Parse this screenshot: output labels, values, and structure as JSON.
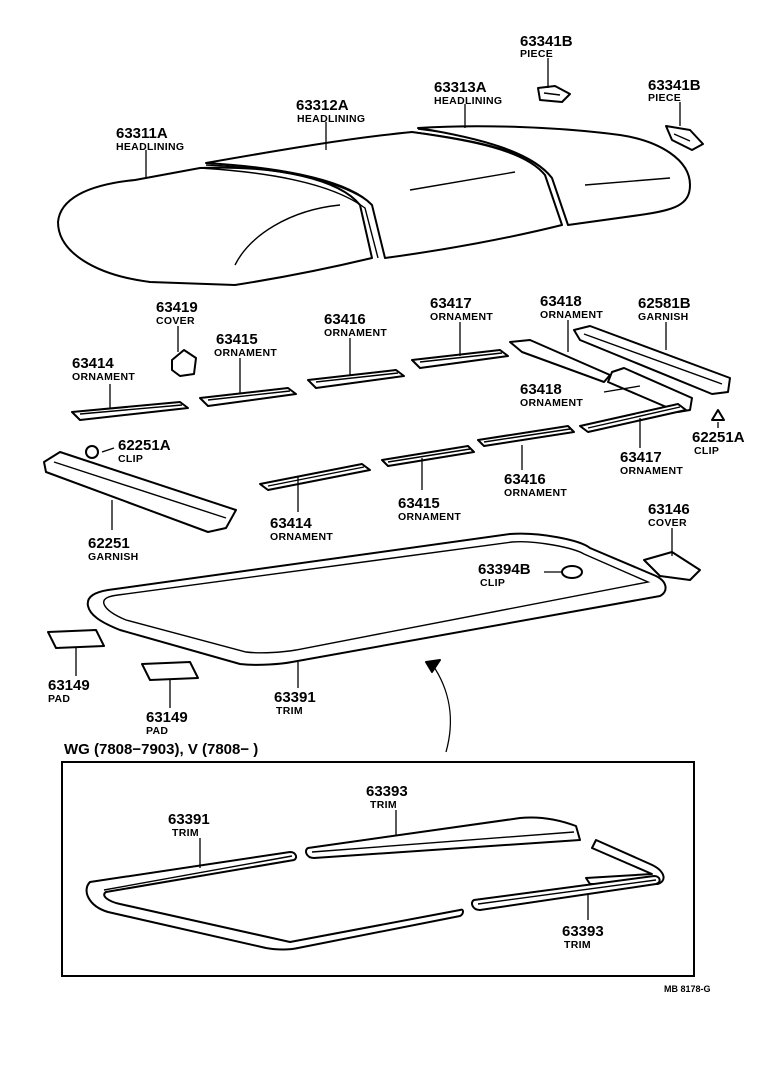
{
  "labels": {
    "headlining_311": {
      "number": "63311A",
      "name": "HEADLINING"
    },
    "headlining_312": {
      "number": "63312A",
      "name": "HEADLINING"
    },
    "headlining_313": {
      "number": "63313A",
      "name": "HEADLINING"
    },
    "piece_upper": {
      "number": "63341B",
      "name": "PIECE"
    },
    "piece_right": {
      "number": "63341B",
      "name": "PIECE"
    },
    "cover_419": {
      "number": "63419",
      "name": "COVER"
    },
    "ornament_415_top": {
      "number": "63415",
      "name": "ORNAMENT"
    },
    "ornament_416_top": {
      "number": "63416",
      "name": "ORNAMENT"
    },
    "ornament_417_top": {
      "number": "63417",
      "name": "ORNAMENT"
    },
    "ornament_418_top": {
      "number": "63418",
      "name": "ORNAMENT"
    },
    "garnish_581": {
      "number": "62581B",
      "name": "GARNISH"
    },
    "ornament_414_top": {
      "number": "63414",
      "name": "ORNAMENT"
    },
    "ornament_418_mid": {
      "number": "63418",
      "name": "ORNAMENT"
    },
    "clip_251_left": {
      "number": "62251A",
      "name": "CLIP"
    },
    "clip_251_right": {
      "number": "62251A",
      "name": "CLIP"
    },
    "ornament_416_bottom": {
      "number": "63416",
      "name": "ORNAMENT"
    },
    "ornament_417_bottom": {
      "number": "63417",
      "name": "ORNAMENT"
    },
    "ornament_415_bottom": {
      "number": "63415",
      "name": "ORNAMENT"
    },
    "ornament_414_bottom": {
      "number": "63414",
      "name": "ORNAMENT"
    },
    "garnish_251": {
      "number": "62251",
      "name": "GARNISH"
    },
    "cover_146": {
      "number": "63146",
      "name": "COVER"
    },
    "clip_394": {
      "number": "63394B",
      "name": "CLIP"
    },
    "pad_left": {
      "number": "63149",
      "name": "PAD"
    },
    "pad_center": {
      "number": "63149",
      "name": "PAD"
    },
    "trim_391_main": {
      "number": "63391",
      "name": "TRIM"
    },
    "trim_391_inset": {
      "number": "63391",
      "name": "TRIM"
    },
    "trim_393_top": {
      "number": "63393",
      "name": "TRIM"
    },
    "trim_393_bottom": {
      "number": "63393",
      "name": "TRIM"
    }
  },
  "inset_header": "WG (7808−7903), V (7808−        )",
  "diagram_code": "MB 8178-G"
}
